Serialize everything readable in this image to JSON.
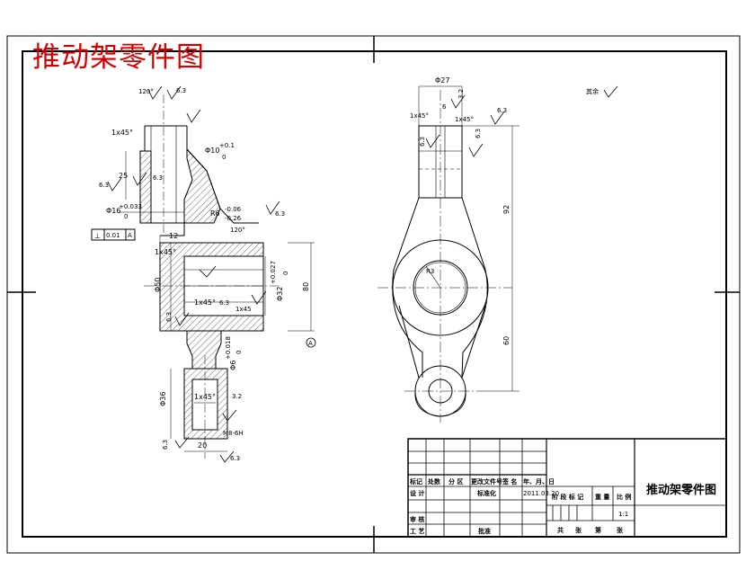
{
  "title": "推动架零件图",
  "front": {
    "angle1": "120°",
    "rough_a": "6.3",
    "chamfer1": "1x45°",
    "phi10": "Φ10",
    "phi10_tol": "+0.1",
    "phi10_tol2": "0",
    "dim25": "25",
    "rough_b": "6.3",
    "rough_c": "6.3",
    "phi16": "Φ16",
    "phi16_tol": "+0.033",
    "phi16_tol2": "0",
    "radius": "R6",
    "r_tol1": "-0.06",
    "r_tol2": "-0.26",
    "rough_d": "6.3",
    "gdt1": "⊥",
    "gdt2": "0.01",
    "gdt3": "A",
    "dim12": "12",
    "chamfer2": "1x45°",
    "angle2": "120°",
    "phi50": "Φ50",
    "phi32": "Φ32",
    "phi32_tol": "+0.027",
    "phi32_tol2": "0",
    "chamfer3": "1x45°",
    "rough_e": "6.3",
    "chamfer4": "1x45",
    "dim80": "80",
    "rough_f": "6.3",
    "datum": "A",
    "phi36": "Φ36",
    "phi6": "Φ6",
    "phi6_tol": "+0.018",
    "phi6_tol2": "0",
    "chamfer5": "1x45°",
    "rough_g": "3.2",
    "thread": "M8-6H",
    "rough_h": "6.3",
    "dim20": "20",
    "rough_i": "6.3"
  },
  "side": {
    "phi27": "Φ27",
    "dim6": "6",
    "chamfer_l": "1x45°",
    "chamfer_r": "1x45°",
    "rough_a": "3.2",
    "rough_b": "6.3",
    "rough_c": "6.3",
    "rough_d": "6.3",
    "dim92": "92",
    "dim60": "60",
    "r_label": "R3",
    "rest": "其余",
    "rest_sym": "∇"
  },
  "table": {
    "r1": [
      "标记",
      "处数",
      "分 区",
      "更改文件号",
      "签 名",
      "年、月、日"
    ],
    "r2": [
      "设 计",
      "",
      "",
      "标准化",
      "",
      "2011.03.20"
    ],
    "r3": [
      "审 核",
      ""
    ],
    "r4": [
      "工 艺",
      "",
      "",
      "批准"
    ],
    "stage": [
      "阶 段 标 记",
      "重 量",
      "比 例"
    ],
    "ratio": "1:1",
    "sheet": [
      "共",
      "张",
      "第",
      "张"
    ],
    "part_name": "推动架零件图"
  }
}
